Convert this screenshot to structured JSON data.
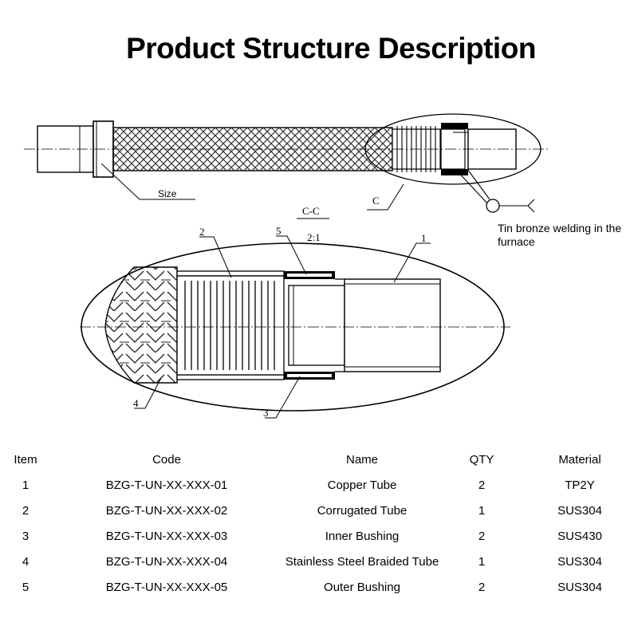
{
  "title": "Product Structure Description",
  "labels": {
    "size": "Size",
    "c_marker": "C",
    "section": "C-C",
    "scale": "2:1",
    "welding": "Tin bronze welding in the furnace",
    "n1": "1",
    "n2": "2",
    "n3": "3",
    "n4": "4",
    "n5": "5"
  },
  "table": {
    "headers": [
      "Item",
      "Code",
      "Name",
      "QTY",
      "Material"
    ],
    "rows": [
      [
        "1",
        "BZG-T-UN-XX-XXX-01",
        "Copper Tube",
        "2",
        "TP2Y"
      ],
      [
        "2",
        "BZG-T-UN-XX-XXX-02",
        "Corrugated Tube",
        "1",
        "SUS304"
      ],
      [
        "3",
        "BZG-T-UN-XX-XXX-03",
        "Inner Bushing",
        "2",
        "SUS430"
      ],
      [
        "4",
        "BZG-T-UN-XX-XXX-04",
        "Stainless Steel Braided Tube",
        "1",
        "SUS304"
      ],
      [
        "5",
        "BZG-T-UN-XX-XXX-05",
        "Outer Bushing",
        "2",
        "SUS304"
      ]
    ]
  }
}
